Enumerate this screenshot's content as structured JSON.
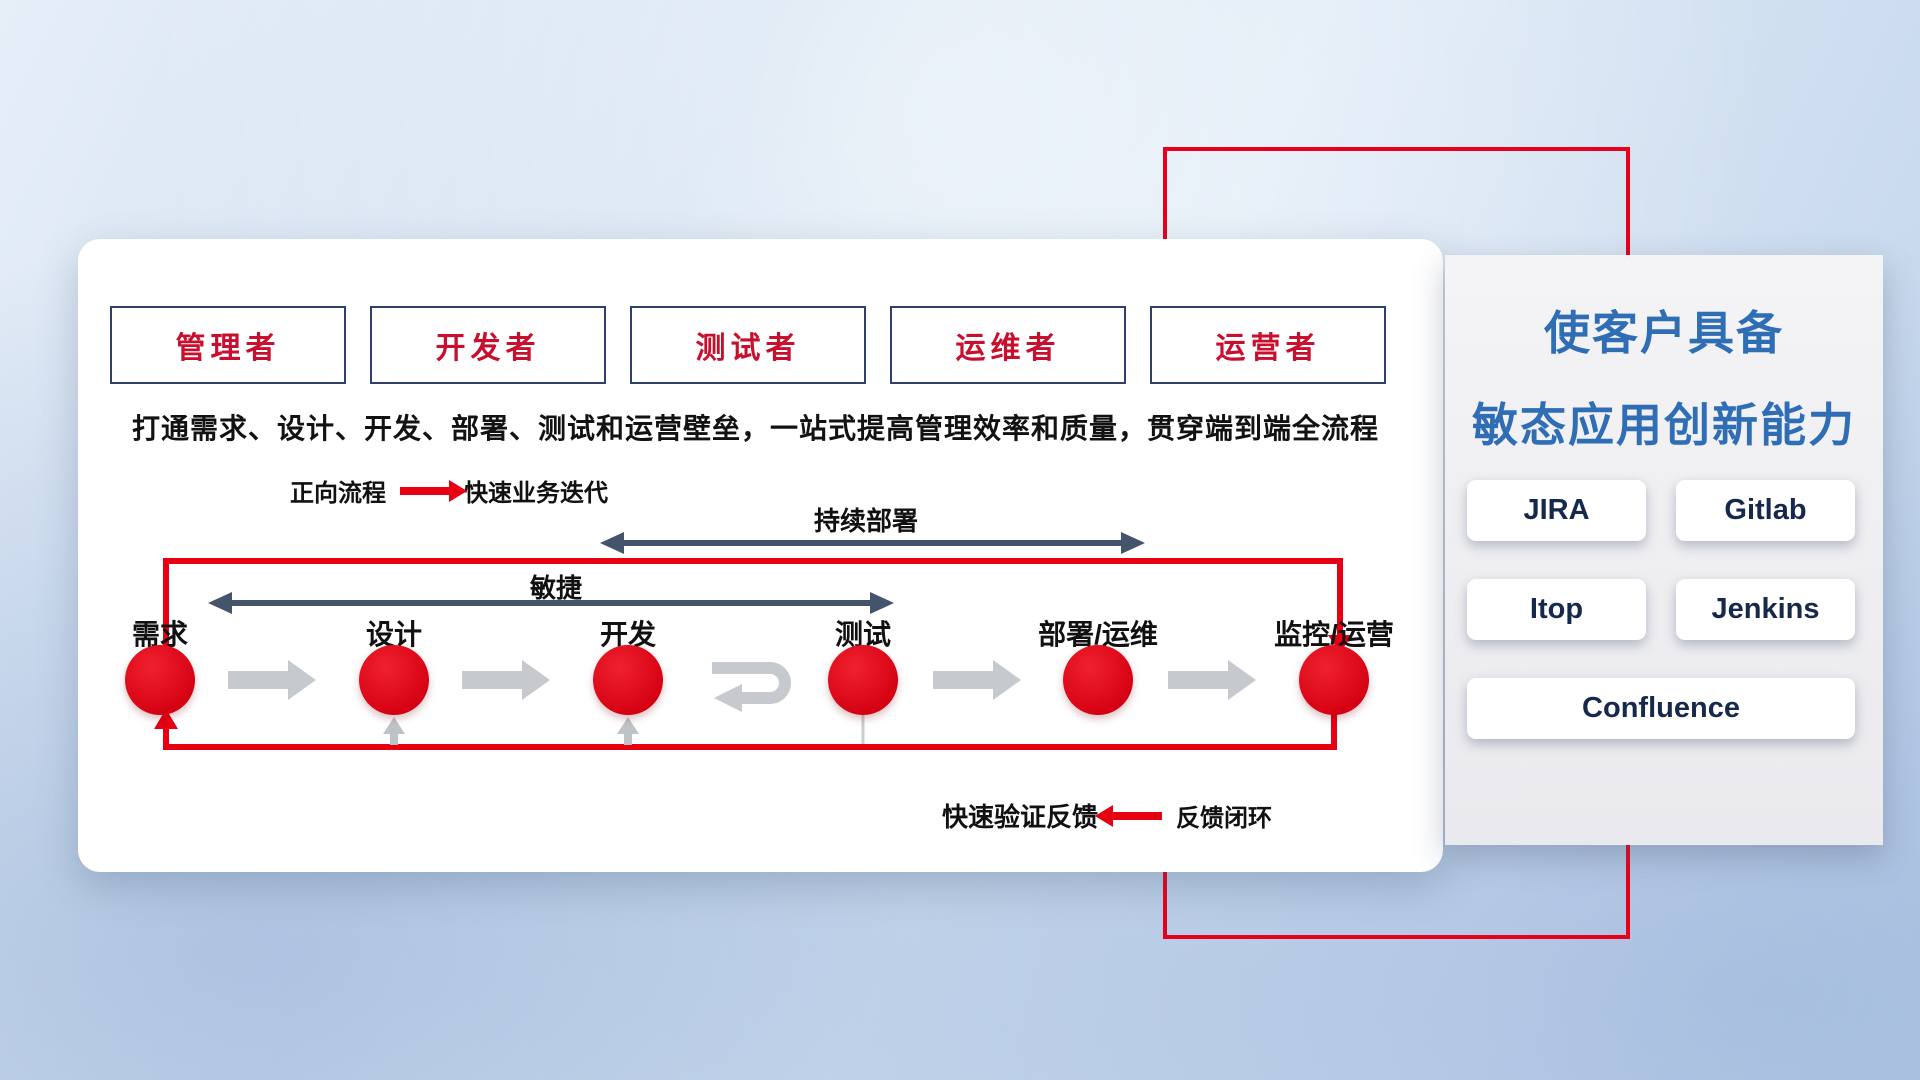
{
  "roles": {
    "items": [
      {
        "label": "管理者"
      },
      {
        "label": "开发者"
      },
      {
        "label": "测试者"
      },
      {
        "label": "运维者"
      },
      {
        "label": "运营者"
      }
    ]
  },
  "description": "打通需求、设计、开发、部署、测试和运营壁垒，一站式提高管理效率和质量，贯穿端到端全流程",
  "legends": {
    "forward": {
      "label": "正向流程",
      "value": "快速业务迭代"
    },
    "feedback": {
      "label": "快速验证反馈",
      "value": "反馈闭环"
    }
  },
  "flow": {
    "stages": [
      {
        "label": "需求"
      },
      {
        "label": "设计"
      },
      {
        "label": "开发"
      },
      {
        "label": "测试"
      },
      {
        "label": "部署/运维"
      },
      {
        "label": "监控/运营"
      }
    ],
    "agile_label": "敏捷",
    "continuous_deploy_label": "持续部署"
  },
  "panel": {
    "title_line1": "使客户具备",
    "title_line2": "敏态应用创新能力",
    "tools": [
      {
        "label": "JIRA"
      },
      {
        "label": "Gitlab"
      },
      {
        "label": "Itop"
      },
      {
        "label": "Jenkins"
      },
      {
        "label": "Confluence"
      }
    ]
  },
  "colors": {
    "accent_red": "#e60012",
    "navy_arrow": "#44546a",
    "role_text": "#c8102e",
    "role_border": "#2e3f6e",
    "panel_title_blue": "#2f6db5",
    "tool_text": "#16294c",
    "gray_arrow": "#c6c9cd"
  }
}
